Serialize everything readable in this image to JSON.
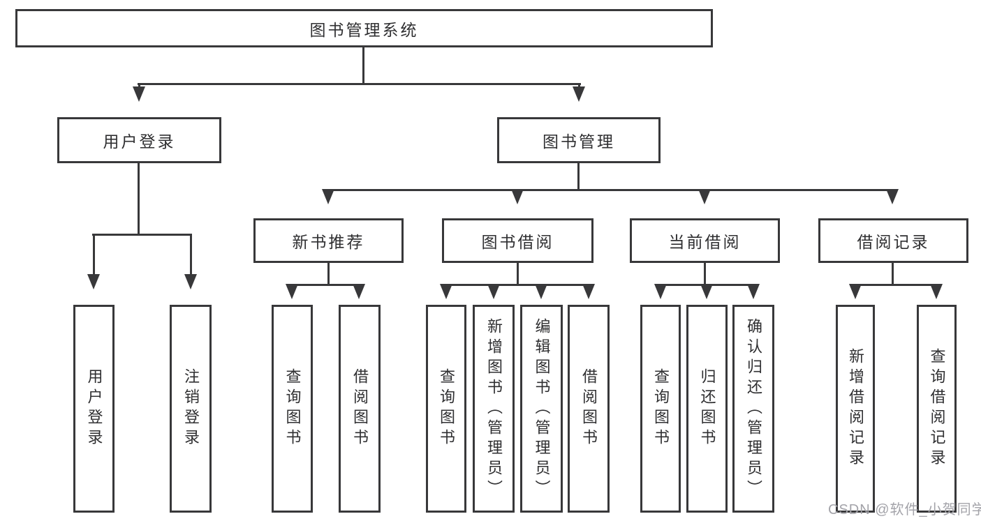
{
  "diagram": {
    "colors": {
      "line": "#38383a",
      "text": "#2f2f31",
      "watermark": "#a3a3a9",
      "background": "#ffffff"
    },
    "watermark": "CSDN @软件_小贺同学",
    "tree": {
      "root": {
        "label": "图书管理系统"
      },
      "branches": [
        {
          "label": "用户登录",
          "children": [
            "用户登录",
            "注销登录"
          ]
        },
        {
          "label": "图书管理",
          "children": [
            {
              "label": "新书推荐",
              "children": [
                "查询图书",
                "借阅图书"
              ]
            },
            {
              "label": "图书借阅",
              "children": [
                "查询图书",
                "新增图书（管理员）",
                "编辑图书（管理员）",
                "借阅图书"
              ]
            },
            {
              "label": "当前借阅",
              "children": [
                "查询图书",
                "归还图书",
                "确认归还（管理员）"
              ]
            },
            {
              "label": "借阅记录",
              "children": [
                "新增借阅记录",
                "查询借阅记录"
              ]
            }
          ]
        }
      ]
    }
  }
}
